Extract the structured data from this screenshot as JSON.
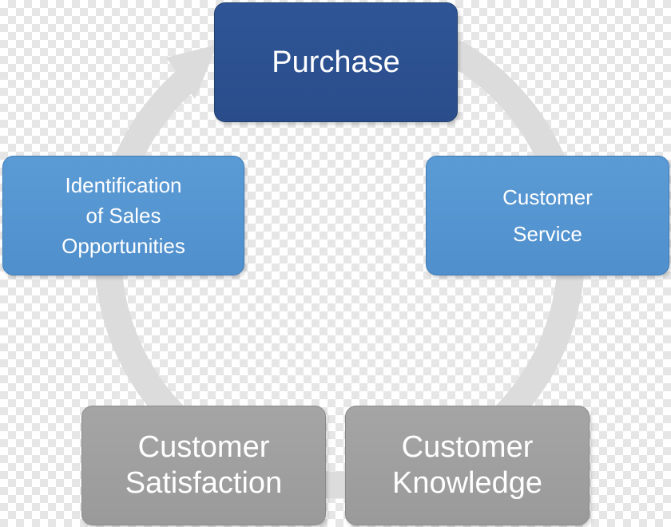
{
  "nodes": {
    "purchase": {
      "lines": [
        "Purchase"
      ]
    },
    "customer_service": {
      "lines": [
        "Customer",
        "Service"
      ]
    },
    "identification": {
      "lines": [
        "Identification",
        "of Sales",
        "Opportunities"
      ]
    },
    "customer_satisfaction": {
      "lines": [
        "Customer",
        "Satisfaction"
      ]
    },
    "customer_knowledge": {
      "lines": [
        "Customer",
        "Knowledge"
      ]
    }
  },
  "colors": {
    "dark_blue": "#2f5597",
    "light_blue": "#5b9bd5",
    "gray": "#a5a5a5",
    "ring": "#d9d9d9",
    "text": "#ffffff"
  }
}
